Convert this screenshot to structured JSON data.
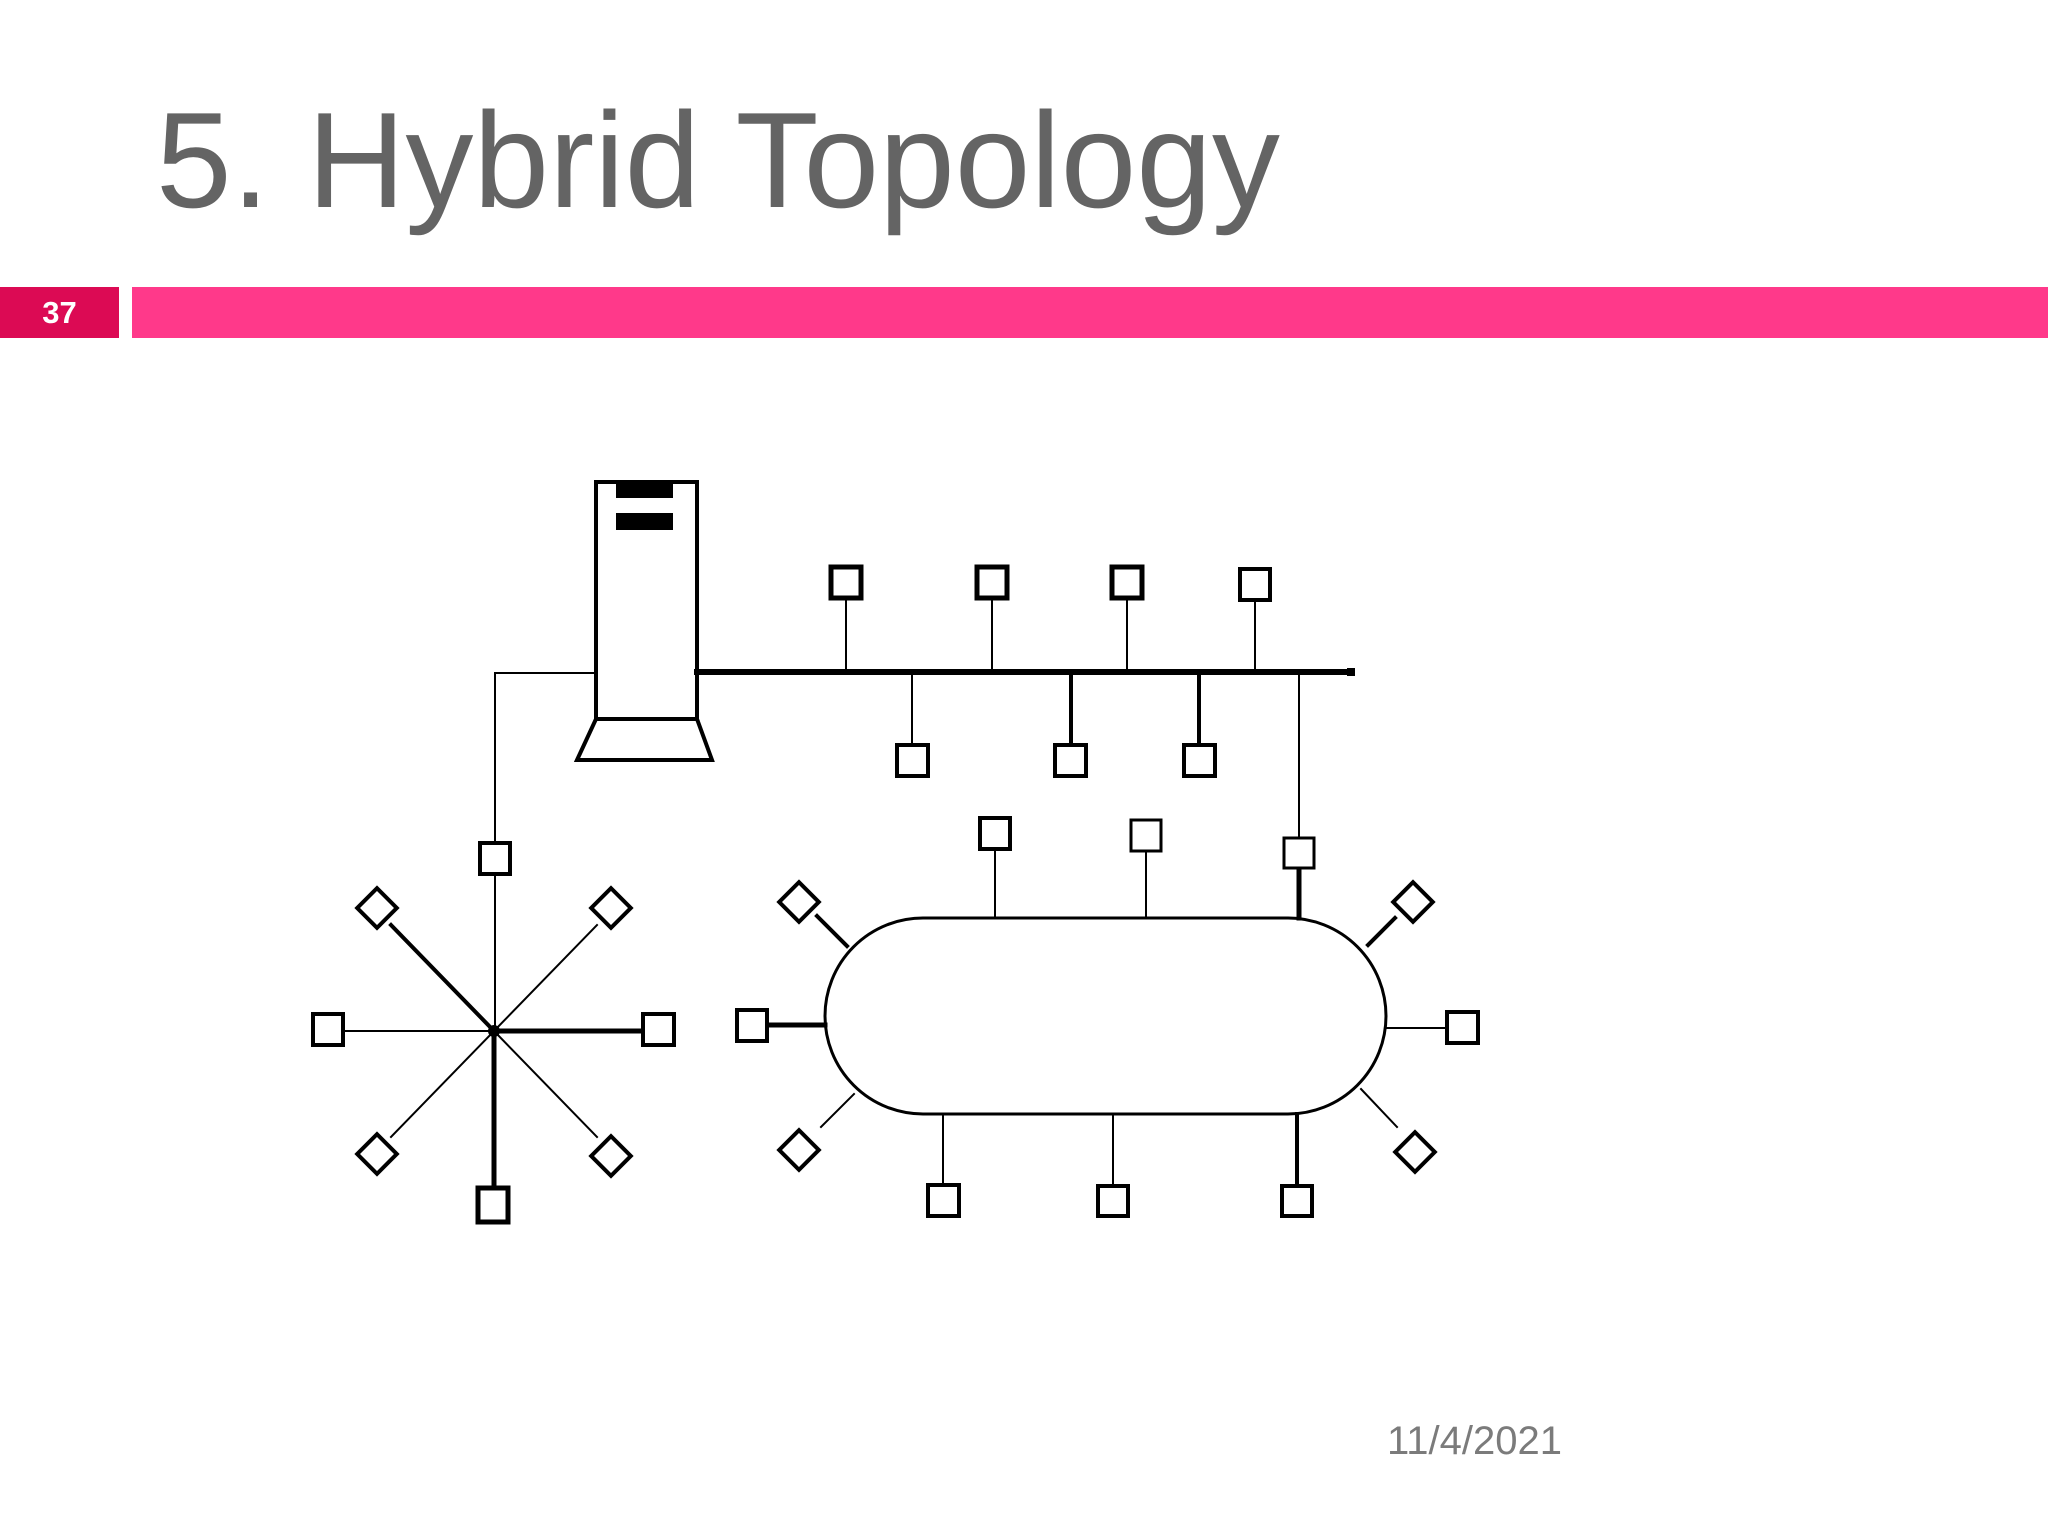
{
  "slide": {
    "title": "5. Hybrid Topology",
    "slide_number": "37",
    "date": "11/4/2021"
  },
  "colors": {
    "title_text": "#646464",
    "number_box": "#dc0a54",
    "accent_bar": "#ff398a",
    "diagram_stroke": "#000000",
    "date_text": "#7b7b7b"
  },
  "diagram": {
    "bus_nodes_above": 4,
    "bus_nodes_below": 3,
    "ring_nodes": 11,
    "star_nodes": 8
  }
}
